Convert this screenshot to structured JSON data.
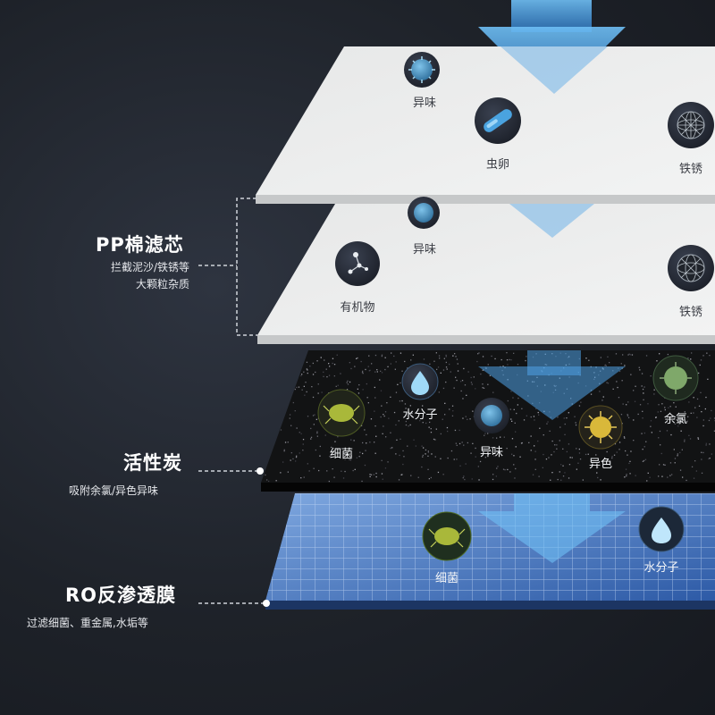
{
  "layers": [
    {
      "title": "PP棉滤芯",
      "desc": [
        "拦截泥沙/铁锈等",
        "大颗粒杂质"
      ],
      "particles": {
        "top": [
          "异味",
          "虫卵",
          "铁锈"
        ],
        "bottom": [
          "异味",
          "有机物",
          "铁锈"
        ]
      }
    },
    {
      "title": "活性炭",
      "desc": [
        "吸附余氯/异色异味"
      ],
      "particles": [
        "水分子",
        "细菌",
        "异味",
        "异色",
        "余氯"
      ]
    },
    {
      "title": "RO反渗透膜",
      "desc": [
        "过滤细菌、重金属,水垢等"
      ],
      "particles": [
        "细菌",
        "水分子"
      ]
    }
  ],
  "colors": {
    "background": "#1e2229",
    "sheet": "#eceded",
    "carbon": "#111111",
    "membrane": "#3f6fb8",
    "arrow": "#4fa3e6"
  },
  "icons": {
    "odor": "virus-ball-icon",
    "egg": "capsule-icon",
    "rust": "lattice-sphere-icon",
    "organic": "molecule-icon",
    "water": "water-drop-icon",
    "bacteria": "bacteria-icon",
    "color": "spiky-ball-icon",
    "chlorine": "green-virus-icon"
  }
}
